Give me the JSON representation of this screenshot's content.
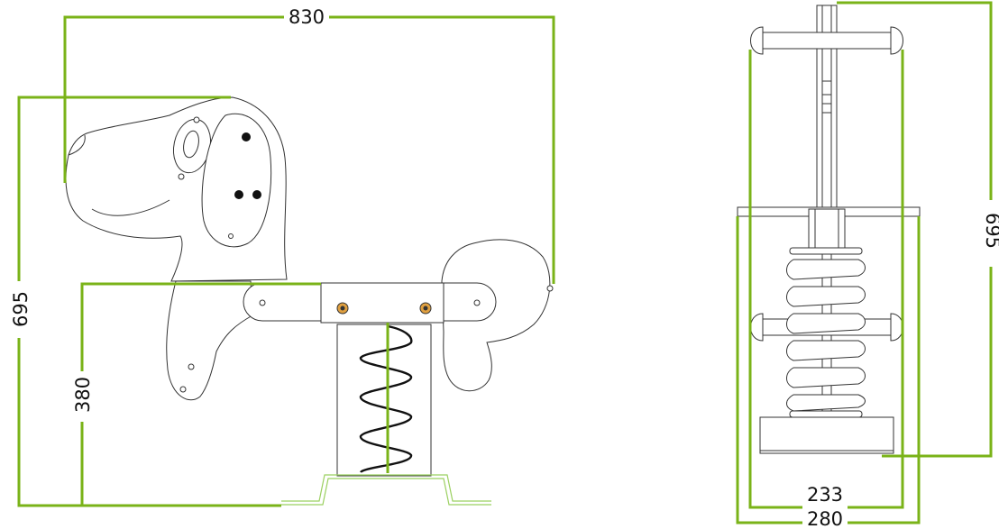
{
  "dimensions": {
    "overall_width": "830",
    "overall_height": "695",
    "seat_height": "380",
    "side_height": "695",
    "base_width": "233",
    "handle_width": "280"
  },
  "colors": {
    "dimension_line": "#7ab318",
    "base_outline": "#9bd060",
    "ink": "#333333",
    "spring": "#111111"
  }
}
